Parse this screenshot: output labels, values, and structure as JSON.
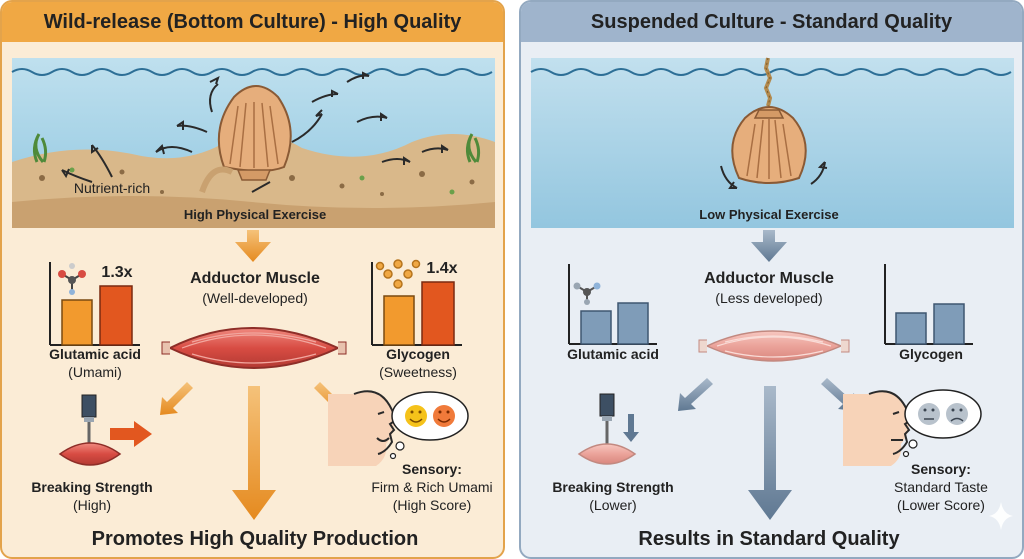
{
  "left": {
    "title": "Wild-release (Bottom Culture) - High Quality",
    "nutrient_label": "Nutrient-rich",
    "exercise_label": "High Physical Exercise",
    "muscle_title": "Adductor Muscle",
    "muscle_sub": "(Well-developed)",
    "glutamic_multiplier": "1.3x",
    "glutamic_label": "Glutamic acid",
    "glutamic_sub": "(Umami)",
    "glycogen_multiplier": "1.4x",
    "glycogen_label": "Glycogen",
    "glycogen_sub": "(Sweetness)",
    "breaking_label": "Breaking Strength",
    "breaking_sub": "(High)",
    "sensory_label": "Sensory:",
    "sensory_line1": "Firm & Rich Umami",
    "sensory_line2": "(High Score)",
    "footer": "Promotes High Quality Production"
  },
  "right": {
    "title": "Suspended Culture - Standard Quality",
    "exercise_label": "Low Physical Exercise",
    "muscle_title": "Adductor Muscle",
    "muscle_sub": "(Less developed)",
    "glutamic_label": "Glutamic acid",
    "glycogen_label": "Glycogen",
    "breaking_label": "Breaking Strength",
    "breaking_sub": "(Lower)",
    "sensory_label": "Sensory:",
    "sensory_line1": "Standard Taste",
    "sensory_line2": "(Lower Score)",
    "footer": "Results in Standard Quality"
  },
  "colors": {
    "left_accent": "#f0a844",
    "right_accent": "#9fb4cc",
    "bar_orange": "#f29a2e",
    "bar_red": "#e2571f",
    "bar_blue": "#7f9cb8"
  }
}
